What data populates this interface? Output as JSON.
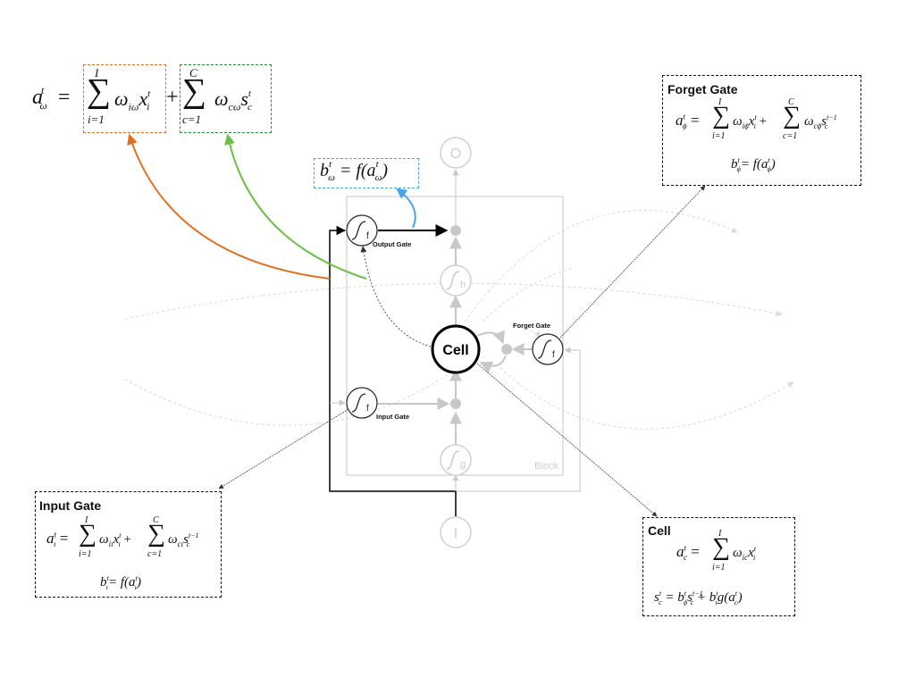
{
  "main_equation": {
    "lhs": "a",
    "lhs_sup": "t",
    "lhs_sub": "ω",
    "term1": {
      "sum_upper": "I",
      "sum_lower": "i=1",
      "weight": "ω",
      "weight_sub": "iω",
      "var": "x",
      "var_sup": "t",
      "var_sub": "i",
      "box_color": "#e07020"
    },
    "plus": "+",
    "term2": {
      "sum_upper": "C",
      "sum_lower": "c=1",
      "weight": "ω",
      "weight_sub": "cω",
      "var": "s",
      "var_sup": "t",
      "var_sub": "c",
      "box_color": "#2e8b3a"
    }
  },
  "output_activation": {
    "text_b": "b",
    "sup": "t",
    "sub": "ω",
    "rhs": "= f(a",
    "rhs_sup": "t",
    "rhs_sub": "ω",
    "close": ")",
    "box_color": "#4aa3df"
  },
  "arrow_colors": {
    "orange": "#e07020",
    "green": "#6abf45",
    "blue": "#4aa3e8"
  },
  "nodes": {
    "output": "O",
    "input": "I",
    "cell": "Cell",
    "h_squash": "h",
    "g_squash": "g",
    "gate_fn": "f",
    "block_label": "Block"
  },
  "gate_labels": {
    "output_gate": "Output Gate",
    "input_gate": "Input Gate",
    "forget_gate": "Forget Gate"
  },
  "panels": {
    "forget": {
      "title": "Forget Gate",
      "eq1": {
        "lhs": "a",
        "lhs_sup": "t",
        "lhs_sub": "ϕ",
        "s1_up": "I",
        "s1_low": "i=1",
        "w1": "ω",
        "w1_sub": "iϕ",
        "v1": "x",
        "v1_sup": "t",
        "v1_sub": "i",
        "s2_up": "C",
        "s2_low": "c=1",
        "w2": "ω",
        "w2_sub": "cϕ",
        "v2": "s",
        "v2_sup": "t−1",
        "v2_sub": "c"
      },
      "eq2": {
        "lhs": "b",
        "lhs_sup": "t",
        "lhs_sub": "ϕ",
        "rhs": "= f(a",
        "rhs_sup": "t",
        "rhs_sub": "ϕ",
        "close": ")"
      }
    },
    "input": {
      "title": "Input Gate",
      "eq1": {
        "lhs": "a",
        "lhs_sup": "t",
        "lhs_sub": "ι",
        "s1_up": "I",
        "s1_low": "i=1",
        "w1": "ω",
        "w1_sub": "iι",
        "v1": "x",
        "v1_sup": "t",
        "v1_sub": "i",
        "s2_up": "C",
        "s2_low": "c=1",
        "w2": "ω",
        "w2_sub": "cι",
        "v2": "s",
        "v2_sup": "t−1",
        "v2_sub": "c"
      },
      "eq2": {
        "lhs": "b",
        "lhs_sup": "t",
        "lhs_sub": "ι",
        "rhs": "= f(a",
        "rhs_sup": "t",
        "rhs_sub": "ι",
        "close": ")"
      }
    },
    "cell": {
      "title": "Cell",
      "eq1": {
        "lhs": "a",
        "lhs_sup": "t",
        "lhs_sub": "c",
        "s1_up": "I",
        "s1_low": "i=1",
        "w1": "ω",
        "w1_sub": "ic",
        "v1": "x",
        "v1_sup": "t",
        "v1_sub": "i"
      },
      "eq2": {
        "text": "s",
        "sup": "t",
        "sub": "c",
        "p1": " = b",
        "p1_sup": "t",
        "p1_sub": "ϕ",
        "p2": "s",
        "p2_sup": "t−1",
        "p2_sub": "c",
        "p3": " + b",
        "p3_sup": "t",
        "p3_sub": "ι",
        "p4": "g(a",
        "p4_sup": "t",
        "p4_sub": "c",
        "close": ")"
      }
    }
  }
}
